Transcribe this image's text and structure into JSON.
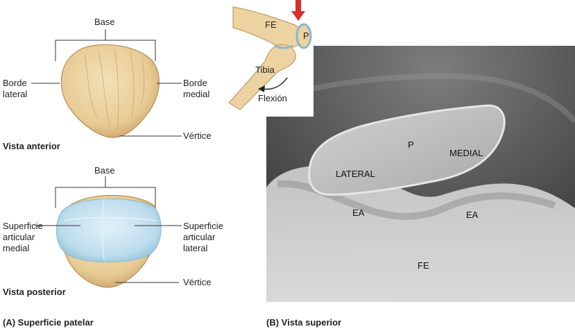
{
  "panel_a": {
    "anterior": {
      "base": "Base",
      "lateral_border": [
        "Borde",
        "lateral"
      ],
      "medial_border": [
        "Borde",
        "medial"
      ],
      "apex": "Vértice",
      "view_title": "Vista anterior"
    },
    "posterior": {
      "base": "Base",
      "medial_surface": [
        "Superficie",
        "articular",
        "medial"
      ],
      "lateral_surface": [
        "Superficie",
        "articular",
        "lateral"
      ],
      "apex": "Vértice",
      "view_title": "Vista posterior"
    },
    "caption": "(A) Superficie patelar"
  },
  "panel_b": {
    "inset": {
      "femur": "FE",
      "patella": "P",
      "tibia": "Tibia",
      "flexion": "Flexión"
    },
    "xray": {
      "patella": "P",
      "medial": "MEDIAL",
      "lateral": "LATERAL",
      "ea_left": "EA",
      "ea_right": "EA",
      "femur": "FE"
    },
    "caption": "(B) Vista superior"
  },
  "colors": {
    "bone": "#ecd3a1",
    "bone_edge": "#c9a46a",
    "cartilage": "#b9dcee",
    "arrow_red": "#d8302a"
  }
}
